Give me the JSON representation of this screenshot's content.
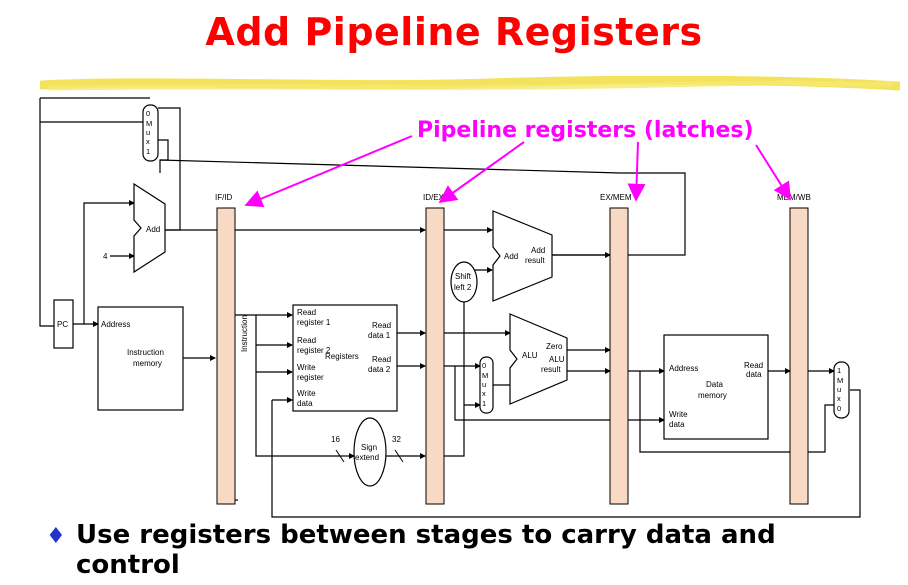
{
  "title": "Add Pipeline Registers",
  "callout": "Pipeline registers (latches)",
  "registers": {
    "if_id": "IF/ID",
    "id_ex": "ID/EX",
    "ex_mem": "EX/MEM",
    "mem_wb": "MEM/WB"
  },
  "components": {
    "pc": "PC",
    "add": "Add",
    "four": "4",
    "address": "Address",
    "instr_mem_line1": "Instruction",
    "instr_mem_line2": "memory",
    "instruction": "Instruction",
    "regs": {
      "read_reg1_a": "Read",
      "read_reg1_b": "register 1",
      "read_reg2_a": "Read",
      "read_reg2_b": "register 2",
      "registers": "Registers",
      "write_reg_a": "Write",
      "write_reg_b": "register",
      "write_data_a": "Write",
      "write_data_b": "data",
      "read_data1_a": "Read",
      "read_data1_b": "data 1",
      "read_data2_a": "Read",
      "read_data2_b": "data 2"
    },
    "sign_extend_a": "Sign",
    "sign_extend_b": "extend",
    "sixteen": "16",
    "thirtytwo": "32",
    "shift_a": "Shift",
    "shift_b": "left 2",
    "add2": "Add",
    "add_result_a": "Add",
    "add_result_b": "result",
    "alu": "ALU",
    "zero": "Zero",
    "alu_result_a": "ALU",
    "alu_result_b": "result",
    "dmem_address": "Address",
    "dmem_read_a": "Read",
    "dmem_read_b": "data",
    "dmem_a": "Data",
    "dmem_b": "memory",
    "dmem_write_a": "Write",
    "dmem_write_b": "data",
    "mux_top": [
      "0",
      "M",
      "u",
      "x",
      "1"
    ],
    "mux_ex": [
      "0",
      "M",
      "u",
      "x",
      "1"
    ],
    "mux_wb": [
      "1",
      "M",
      "u",
      "x",
      "0"
    ]
  },
  "bullet": "Use registers between stages to carry data and control",
  "colors": {
    "title": "#ff0000",
    "callout": "#ff00ff",
    "register_fill": "#f7d9c4",
    "highlighter": "#f2e04a"
  }
}
